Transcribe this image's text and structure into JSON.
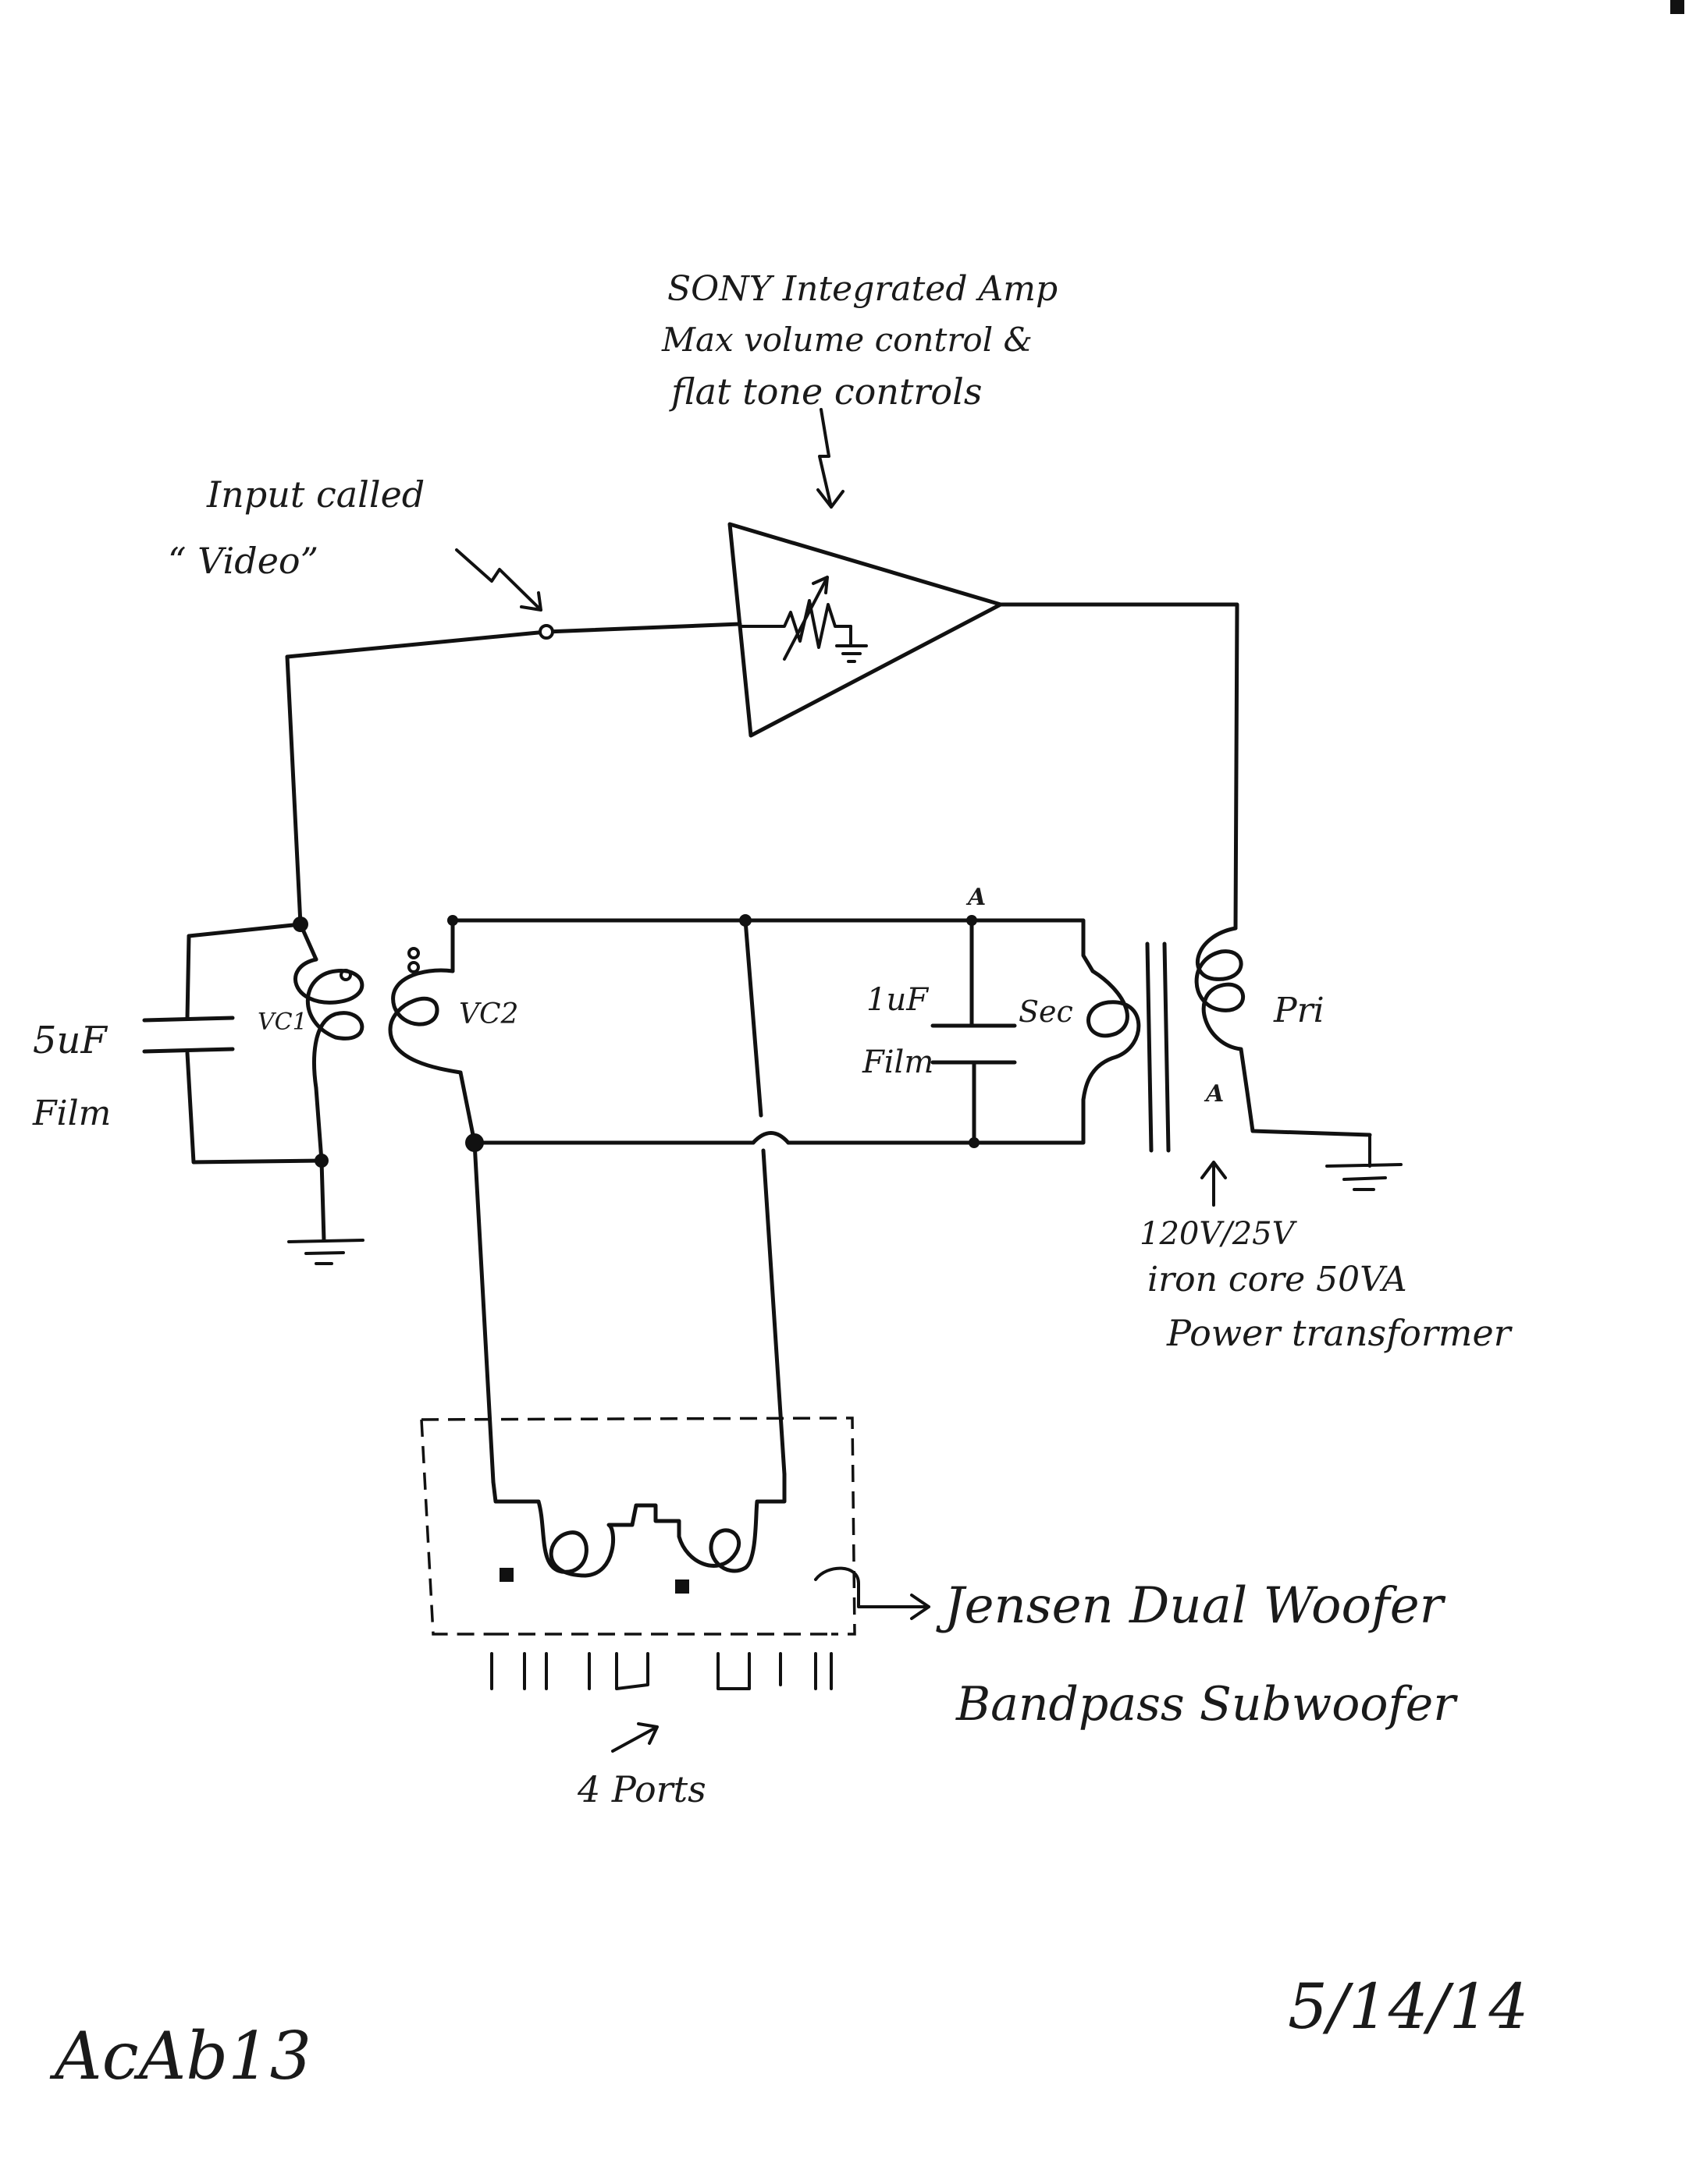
{
  "labels": {
    "amp_line1": "SONY Integrated Amp",
    "amp_line2": "Max volume control &",
    "amp_line3": "flat tone controls",
    "input_line1": "Input called",
    "input_line2": "“ Video”",
    "cap1_value": "5uF",
    "cap1_type": "Film",
    "vc1": "VC1",
    "vc2": "VC2",
    "cap2_value": "1uF",
    "cap2_type": "Film",
    "sec": "Sec",
    "pri": "Pri",
    "xfmr_line1": "120V/25V",
    "xfmr_line2": "iron core  50VA",
    "xfmr_line3": "Power transformer",
    "sub_line1": "Jensen Dual Woofer",
    "sub_line2": "Bandpass Subwoofer",
    "ports": "4 Ports",
    "signature": "AcAb13",
    "date": "5/14/14",
    "dot_marker": "A"
  }
}
